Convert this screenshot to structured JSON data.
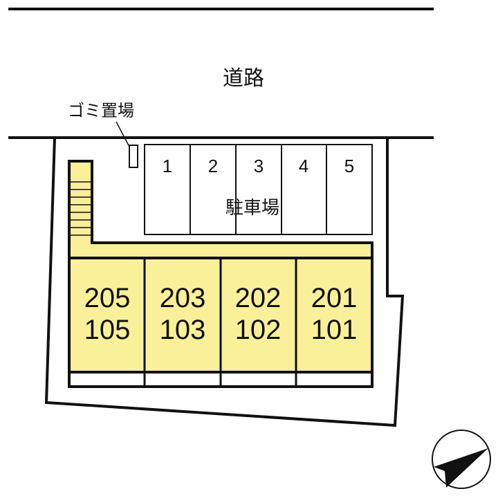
{
  "labels": {
    "road": "道路",
    "garbage": "ゴミ置場",
    "parking": "駐車場"
  },
  "parking_spaces": [
    "1",
    "2",
    "3",
    "4",
    "5"
  ],
  "units": [
    {
      "upper": "205",
      "lower": "105"
    },
    {
      "upper": "203",
      "lower": "103"
    },
    {
      "upper": "202",
      "lower": "102"
    },
    {
      "upper": "201",
      "lower": "101"
    }
  ],
  "compass": {
    "icon": "north-arrow-icon"
  },
  "colors": {
    "building_fill": "#fbf09a",
    "line": "#111111",
    "background": "#ffffff"
  }
}
